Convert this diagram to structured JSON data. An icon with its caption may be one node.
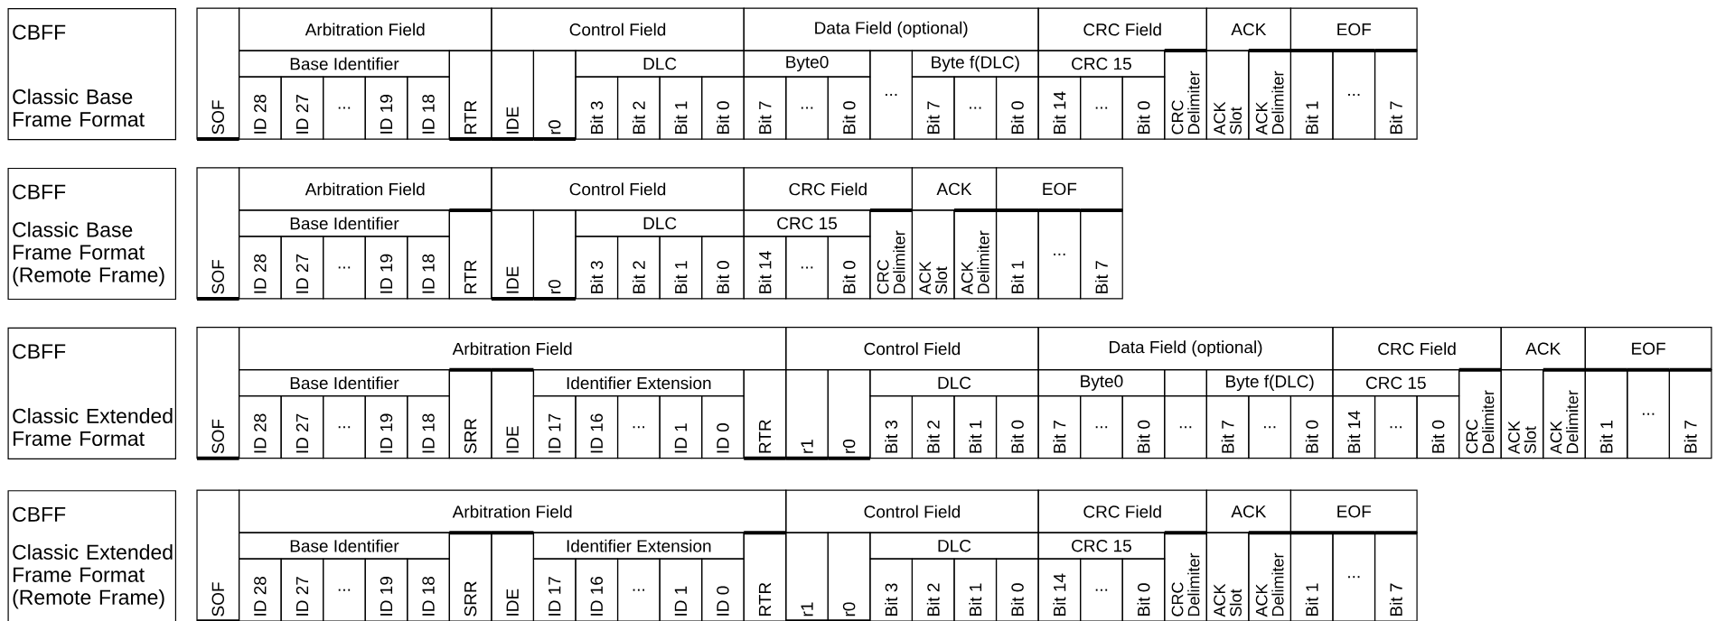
{
  "diagram": {
    "nodes": [
      {
        "text": [
          "CBFF",
          "Classic Base Frame Format"
        ]
      },
      {
        "text": [
          "CBFF",
          "Classic Base Frame Format (Remote Frame)"
        ]
      },
      {
        "text": [
          "CBFF",
          "Classic Extended Frame Format"
        ]
      },
      {
        "text": [
          "CBFF",
          "Classic Extended Frame Format (Remote Frame)"
        ]
      }
    ],
    "labels": [
      "Arbitration Field",
      "Control Field",
      "Data Field (optional)",
      "CRC Field",
      "ACK",
      "EOF",
      "Base Identifier",
      "DLC",
      "Byte0",
      "Byte f(DLC)",
      "CRC 15",
      "SOF",
      "ID 28",
      "ID 27",
      "...",
      "ID 19",
      "ID 18",
      "RTR",
      "IDE",
      "r0",
      "Bit 3",
      "Bit 2",
      "Bit 1",
      "Bit 0",
      "Bit 7",
      "...",
      "Bit 0",
      "...",
      "Bit 7",
      "...",
      "Bit 0",
      "Bit 14",
      "...",
      "Bit 0",
      "CRC Delimiter",
      "ACK Slot",
      "ACK Delimiter",
      "Bit 1",
      "...",
      "Bit 7",
      "Arbitration Field",
      "Control Field",
      "CRC Field",
      "ACK",
      "EOF",
      "Base Identifier",
      "DLC",
      "CRC 15",
      "SOF",
      "ID 28",
      "ID 27",
      "...",
      "ID 19",
      "ID 18",
      "RTR",
      "IDE",
      "r0",
      "Bit 3",
      "Bit 2",
      "Bit 1",
      "Bit 0",
      "Bit 14",
      "...",
      "Bit 0",
      "CRC Delimiter",
      "ACK Slot",
      "ACK Delimiter",
      "Bit 1",
      "...",
      "Bit 7",
      "Arbitration Field",
      "Control Field",
      "Data Field (optional)",
      "CRC Field",
      "ACK",
      "EOF",
      "Base Identifier",
      "Identifier Extension",
      "DLC",
      "Byte0",
      "Byte f(DLC)",
      "CRC 15",
      "SOF",
      "ID 28",
      "ID 27",
      "...",
      "ID 19",
      "ID 18",
      "SRR",
      "IDE",
      "ID 17",
      "ID 16",
      "...",
      "ID 1",
      "ID 0",
      "RTR",
      "r1",
      "r0",
      "Bit 3",
      "Bit 2",
      "Bit 1",
      "Bit 0",
      "Bit 7",
      "...",
      "Bit 0",
      "...",
      "Bit 7",
      "...",
      "Bit 0",
      "Bit 14",
      "...",
      "Bit 0",
      "CRC Delimiter",
      "ACK Slot",
      "ACK Delimiter",
      "Bit 1",
      "...",
      "Bit 7",
      "Arbitration Field",
      "Control Field",
      "CRC Field",
      "ACK",
      "EOF",
      "Base Identifier",
      "Identifier Extension",
      "DLC",
      "CRC 15",
      "SOF",
      "ID 28",
      "ID 27",
      "...",
      "ID 19",
      "ID 18",
      "SRR",
      "IDE",
      "ID 17",
      "ID 16",
      "...",
      "ID 1",
      "ID 0",
      "RTR",
      "r1",
      "r0",
      "Bit 3",
      "Bit 2",
      "Bit 1",
      "Bit 0",
      "Bit 14",
      "...",
      "Bit 0",
      "CRC Delimiter",
      "ACK Slot",
      "ACK Delimiter",
      "Bit 1",
      "...",
      "Bit 7"
    ]
  }
}
